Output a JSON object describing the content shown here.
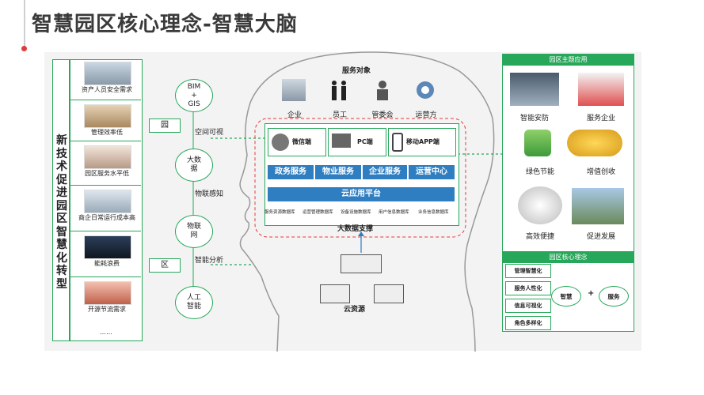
{
  "title": "智慧园区核心理念-智慧大脑",
  "left": {
    "vertical_title": "新技术促进园区智慧化转型",
    "items": [
      {
        "label": "资产人员安全需求"
      },
      {
        "label": "管理效率低"
      },
      {
        "label": "园区服务水平低"
      },
      {
        "label": "商企日常运行成本高"
      },
      {
        "label": "能耗浪费"
      },
      {
        "label": "开源节流需求"
      }
    ],
    "more": "……",
    "tag_top": "园",
    "tag_bottom": "区"
  },
  "middle": {
    "circles": [
      {
        "label": "BIM\n+\nGIS"
      },
      {
        "label": "大数\n据"
      },
      {
        "label": "物联\n网"
      },
      {
        "label": "人工\n智能"
      }
    ],
    "labels": [
      "空间可视",
      "物联感知",
      "智能分析"
    ]
  },
  "brain": {
    "service_objects_title": "服务对象",
    "objects": [
      "企业",
      "员工",
      "管委会",
      "运营方"
    ],
    "terminals": [
      "微信端",
      "PC端",
      "移动APP端"
    ],
    "services": [
      "政务服务",
      "物业服务",
      "企业服务",
      "运营中心"
    ],
    "platform": "云应用平台",
    "databases": [
      "服务资源数据库",
      "运营管理数据库",
      "设备设施数据库",
      "用户信息数据库",
      "业务信息数据库"
    ],
    "bigdata": "大数据支撑",
    "cloud": "云资源"
  },
  "right": {
    "apps_title": "园区主题应用",
    "apps": [
      "智能安防",
      "服务企业",
      "绿色节能",
      "增值创收",
      "高效便捷",
      "促进发展"
    ],
    "core_title": "园区核心理念",
    "core_items": [
      "管理智慧化",
      "服务人性化",
      "信息可视化",
      "角色多样化"
    ],
    "core_wisdom": "智慧",
    "core_plus": "+",
    "core_service": "服务"
  },
  "colors": {
    "accent": "#27a75a",
    "blue": "#2f7ec1",
    "brand_red": "#e23b3b"
  }
}
